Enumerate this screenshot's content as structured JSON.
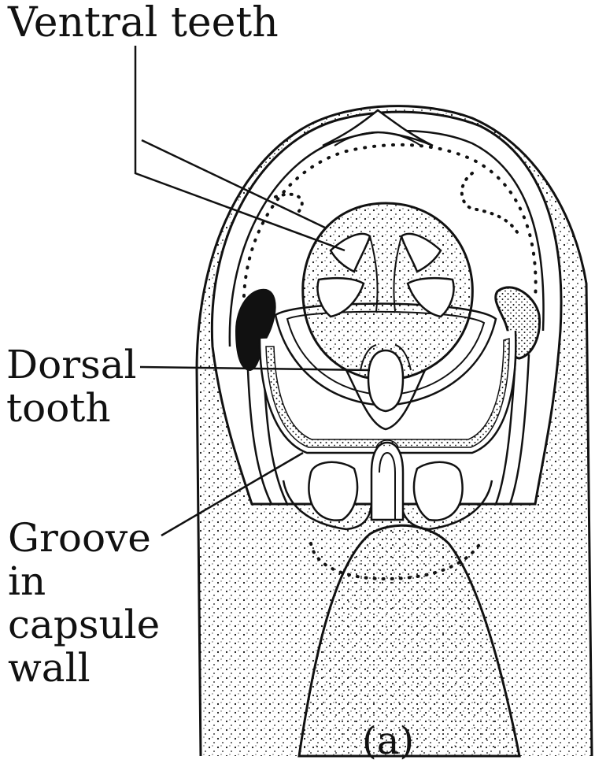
{
  "labels": {
    "ventral_teeth": "Ventral teeth",
    "dorsal_tooth": [
      "Dorsal",
      "tooth"
    ],
    "groove": [
      "Groove",
      "in",
      "capsule",
      "wall"
    ],
    "panel": "(a)"
  },
  "style": {
    "ink": "#111111",
    "paper": "#ffffff"
  }
}
